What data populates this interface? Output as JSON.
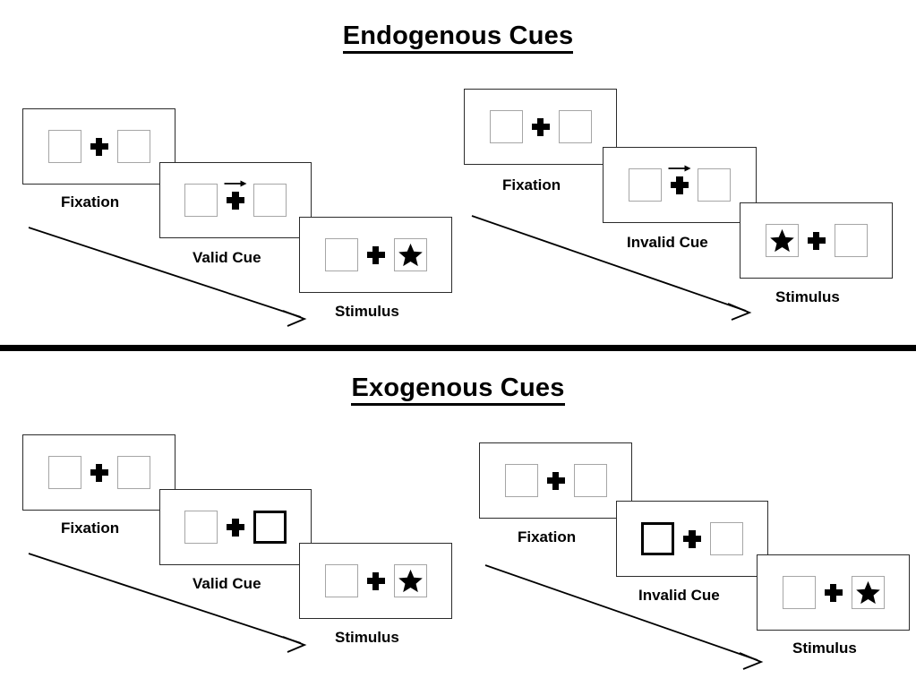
{
  "figure": {
    "sections": [
      {
        "id": "endogenous",
        "title": "Endogenous Cues",
        "sequences": [
          {
            "id": "endogenous-valid",
            "condition": "valid",
            "frames": [
              {
                "caption": "Fixation",
                "cue_type": "none",
                "cue_side": "none",
                "target_side": "none"
              },
              {
                "caption": "Valid Cue",
                "cue_type": "arrow",
                "cue_side": "right",
                "target_side": "none"
              },
              {
                "caption": "Stimulus",
                "cue_type": "none",
                "cue_side": "none",
                "target_side": "right"
              }
            ]
          },
          {
            "id": "endogenous-invalid",
            "condition": "invalid",
            "frames": [
              {
                "caption": "Fixation",
                "cue_type": "none",
                "cue_side": "none",
                "target_side": "none"
              },
              {
                "caption": "Invalid Cue",
                "cue_type": "arrow",
                "cue_side": "right",
                "target_side": "none"
              },
              {
                "caption": "Stimulus",
                "cue_type": "none",
                "cue_side": "none",
                "target_side": "left"
              }
            ]
          }
        ]
      },
      {
        "id": "exogenous",
        "title": "Exogenous Cues",
        "sequences": [
          {
            "id": "exogenous-valid",
            "condition": "valid",
            "frames": [
              {
                "caption": "Fixation",
                "cue_type": "none",
                "cue_side": "none",
                "target_side": "none"
              },
              {
                "caption": "Valid Cue",
                "cue_type": "box",
                "cue_side": "right",
                "target_side": "none"
              },
              {
                "caption": "Stimulus",
                "cue_type": "none",
                "cue_side": "none",
                "target_side": "right"
              }
            ]
          },
          {
            "id": "exogenous-invalid",
            "condition": "invalid",
            "frames": [
              {
                "caption": "Fixation",
                "cue_type": "none",
                "cue_side": "none",
                "target_side": "none"
              },
              {
                "caption": "Invalid Cue",
                "cue_type": "box",
                "cue_side": "left",
                "target_side": "none"
              },
              {
                "caption": "Stimulus",
                "cue_type": "none",
                "cue_side": "none",
                "target_side": "right"
              }
            ]
          }
        ]
      }
    ],
    "icons": {
      "fixation": "fixation-cross-icon",
      "cue_arrow": "right-arrow-cue-icon",
      "target": "star-target-icon",
      "time": "time-progression-arrow-icon"
    },
    "colors": {
      "panel_border": "#2b2b2b",
      "box_border": "#a6a6a6",
      "cued_box_border": "#000000",
      "ink": "#000000",
      "background": "#ffffff"
    }
  }
}
